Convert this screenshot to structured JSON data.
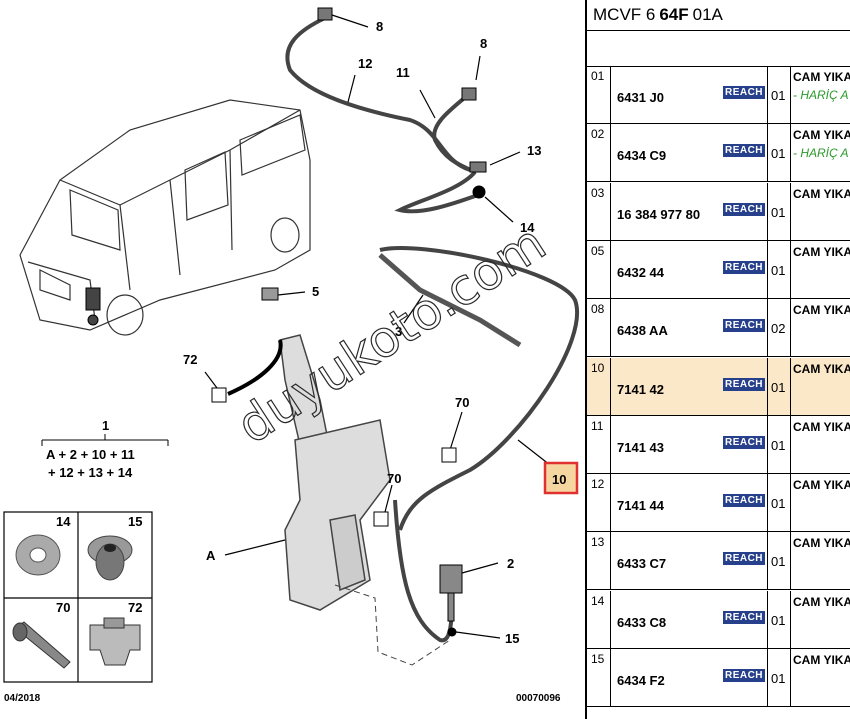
{
  "diagram": {
    "callouts": [
      "8",
      "12",
      "11",
      "8",
      "13",
      "14",
      "5",
      "3",
      "72",
      "70",
      "70",
      "10",
      "2",
      "15",
      "A"
    ],
    "formula": {
      "top": "1",
      "line1": "A + 2 + 10 + 11",
      "line2": "+ 12 + 13 + 14"
    },
    "legend_labels": [
      "14",
      "15",
      "70",
      "72"
    ],
    "date": "04/2018",
    "code": "00070096",
    "watermark": "duyukoto.com",
    "highlight_color": "#e03030"
  },
  "table": {
    "header": {
      "prefix": "MCVF 6",
      "bold": "64F",
      "suffix": "01A"
    },
    "rows": [
      {
        "idx": "01",
        "ref": "6431 J0",
        "badge": "REACH",
        "qty": "01",
        "desc": "CAM YIKA",
        "note": "- HARİÇ A",
        "highlight": false
      },
      {
        "idx": "02",
        "ref": "6434 C9",
        "badge": "REACH",
        "qty": "01",
        "desc": "CAM YIKA",
        "note": "- HARİÇ A",
        "highlight": false
      },
      {
        "idx": "03",
        "ref": "16 384 977 80",
        "badge": "REACH",
        "qty": "01",
        "desc": "CAM YIKA",
        "note": "",
        "highlight": false
      },
      {
        "idx": "05",
        "ref": "6432 44",
        "badge": "REACH",
        "qty": "01",
        "desc": "CAM YIKA",
        "note": "",
        "highlight": false
      },
      {
        "idx": "08",
        "ref": "6438 AA",
        "badge": "REACH",
        "qty": "02",
        "desc": "CAM YIKA",
        "note": "",
        "highlight": false
      },
      {
        "idx": "10",
        "ref": "7141 42",
        "badge": "REACH",
        "qty": "01",
        "desc": "CAM YIKA",
        "note": "",
        "highlight": true
      },
      {
        "idx": "11",
        "ref": "7141 43",
        "badge": "REACH",
        "qty": "01",
        "desc": "CAM YIKA",
        "note": "",
        "highlight": false
      },
      {
        "idx": "12",
        "ref": "7141 44",
        "badge": "REACH",
        "qty": "01",
        "desc": "CAM YIKA",
        "note": "",
        "highlight": false
      },
      {
        "idx": "13",
        "ref": "6433 C7",
        "badge": "REACH",
        "qty": "01",
        "desc": "CAM YIKA",
        "note": "",
        "highlight": false
      },
      {
        "idx": "14",
        "ref": "6433 C8",
        "badge": "REACH",
        "qty": "01",
        "desc": "CAM YIKA",
        "note": "",
        "highlight": false
      },
      {
        "idx": "15",
        "ref": "6434 F2",
        "badge": "REACH",
        "qty": "01",
        "desc": "CAM YIKA",
        "note": "",
        "highlight": false
      }
    ],
    "colors": {
      "row_highlight": "#fbe8c8",
      "badge_bg": "#27408b",
      "note_green": "#2a9a2a"
    }
  }
}
